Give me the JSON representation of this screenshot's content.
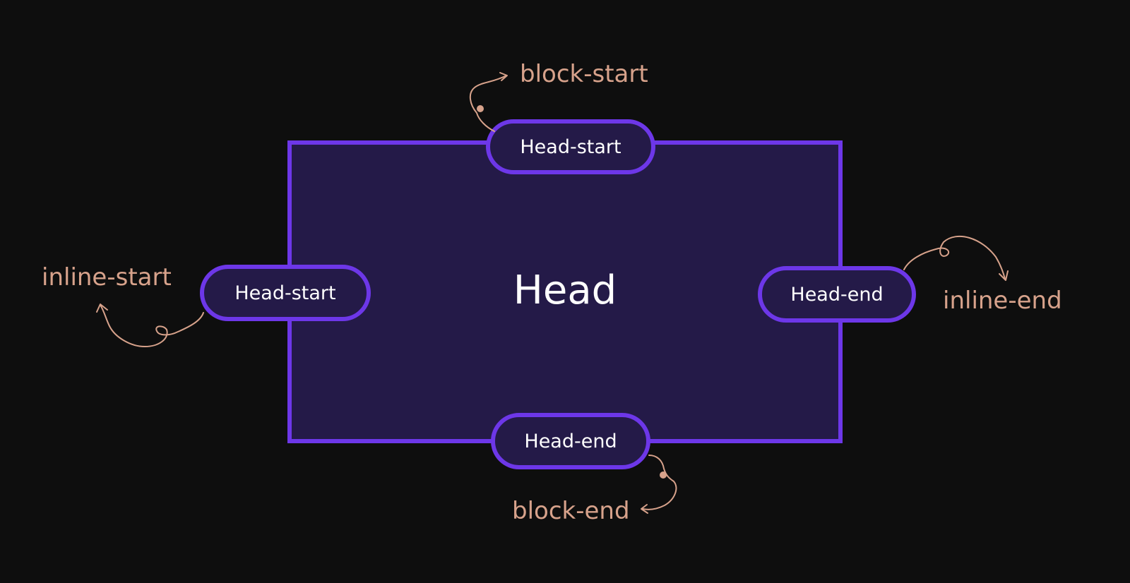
{
  "diagram": {
    "center_label": "Head",
    "pills": {
      "top": "Head-start",
      "left": "Head-start",
      "right": "Head-end",
      "bottom": "Head-end"
    },
    "annotations": {
      "block_start": "block-start",
      "inline_start": "inline-start",
      "inline_end": "inline-end",
      "block_end": "block-end"
    }
  },
  "colors": {
    "background": "#0e0e0e",
    "box_fill": "#241a48",
    "box_border": "#6d37e8",
    "annotation": "#d7a28b",
    "text": "#ffffff"
  }
}
